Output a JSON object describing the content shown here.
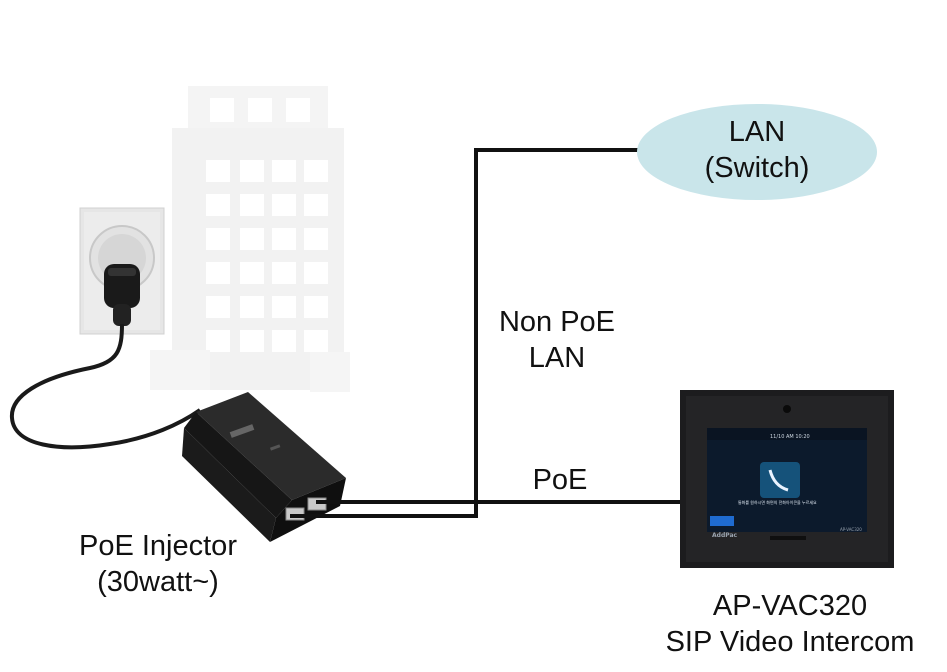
{
  "lan": {
    "line1": "LAN",
    "line2": "(Switch)"
  },
  "link_nonpoe": {
    "line1": "Non PoE",
    "line2": "LAN"
  },
  "link_poe": {
    "label": "PoE"
  },
  "injector": {
    "line1": "PoE Injector",
    "line2": "(30watt~)"
  },
  "device": {
    "model": "AP-VAC320",
    "description": "SIP Video Intercom"
  },
  "intercom_screen": {
    "status_time": "11/10 AM 10:20",
    "message": "통화를 원하시면 화면의 전화아이콘을 누르세요",
    "brand": "AddPac",
    "model_tag": "AP-VAC320"
  },
  "colors": {
    "lan_bubble": "#c9e5ea",
    "cable": "#111111",
    "device_frame": "#1c1c1e"
  }
}
